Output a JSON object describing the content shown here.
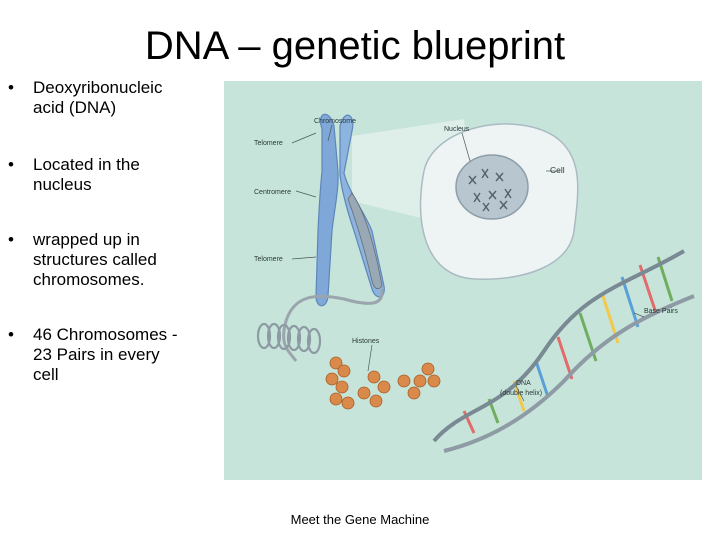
{
  "slide": {
    "title": "DNA – genetic blueprint",
    "bullets": [
      {
        "marker": "•",
        "lines": [
          "Deoxyribonucleic",
          "acid (DNA)"
        ]
      },
      {
        "marker": "•",
        "lines": [
          "Located in the",
          "nucleus"
        ]
      },
      {
        "marker": "•",
        "lines": [
          "wrapped up in",
          "structures called",
          "chromosomes."
        ]
      },
      {
        "marker": "•",
        "lines": [
          "46 Chromosomes -",
          "23 Pairs in every",
          "cell"
        ]
      }
    ],
    "footer": "Meet the Gene Machine"
  },
  "figure": {
    "labels": {
      "chromosome": "Chromosome",
      "nucleus": "Nucleus",
      "telomere_top": "Telomere",
      "cell": "Cell",
      "centromere": "Centromere",
      "telomere_bottom": "Telomere",
      "base_pairs": "Base Pairs",
      "histones": "Histones",
      "dna": "DNA",
      "dna_sub": "(double helix)"
    },
    "colors": {
      "background": "#c7e4da",
      "chromosome": "#7fa8d8",
      "cell": "#eef3f4",
      "nucleus": "#b8c6cf",
      "histone": "#d98a4a",
      "helix": "#7a8a95"
    }
  }
}
